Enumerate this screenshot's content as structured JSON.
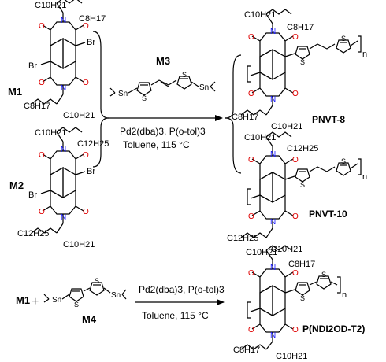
{
  "labels": {
    "m1": "M1",
    "m2": "M2",
    "m3": "M3",
    "m4": "M4",
    "pnvt8": "PNVT-8",
    "pnvt10": "PNVT-10",
    "pndi": "P(NDI2OD-T2)",
    "plus": "+"
  },
  "conditions": {
    "catalyst": "Pd2(dba)3, P(o-tol)3",
    "solvent_temp": "Toluene, 115 °C"
  },
  "chains": {
    "c10h21": "C10H21",
    "c8h17": "C8H17",
    "c12h25": "C12H25"
  },
  "atoms": {
    "br": "Br",
    "o": "O",
    "n": "N",
    "s": "S",
    "sn": "Sn",
    "n_sub": "n"
  },
  "colors": {
    "oxygen": "#e00000",
    "nitrogen": "#1a1aff",
    "sulfur": "#000000",
    "bond": "#000000"
  }
}
